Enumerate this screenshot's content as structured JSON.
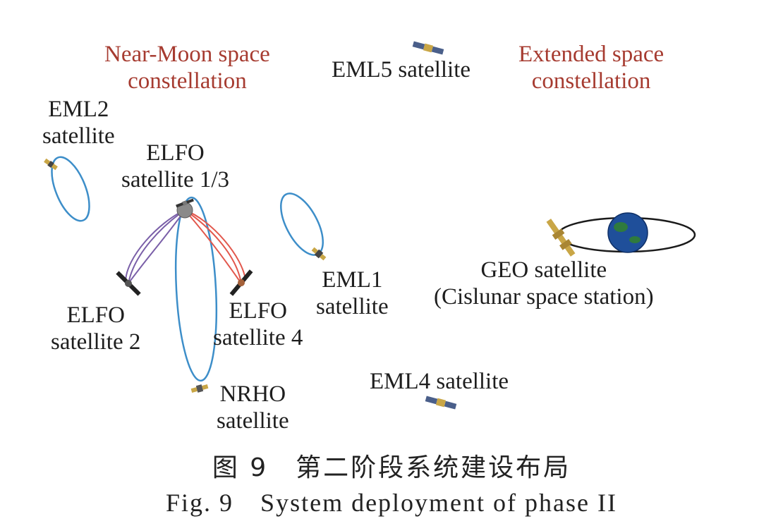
{
  "headings": {
    "near_moon": [
      "Near-Moon space",
      "constellation"
    ],
    "extended": [
      "Extended space",
      "constellation"
    ]
  },
  "labels": {
    "eml5": [
      "EML5 satellite"
    ],
    "eml2": [
      "EML2",
      "satellite"
    ],
    "elfo13": [
      "ELFO",
      "satellite 1/3"
    ],
    "eml1": [
      "EML1",
      "satellite"
    ],
    "geo": [
      "GEO satellite",
      "(Cislunar space station)"
    ],
    "elfo2": [
      "ELFO",
      "satellite 2"
    ],
    "elfo4": [
      "ELFO",
      "satellite 4"
    ],
    "nrho": [
      "NRHO",
      "satellite"
    ],
    "eml4": [
      "EML4 satellite"
    ]
  },
  "caption": {
    "chinese": "图 9　第二阶段系统建设布局",
    "english": "Fig. 9　System deployment of phase II"
  },
  "colors": {
    "heading": "#a63b30",
    "orbit_blue": "#3d8ec9",
    "orbit_purple": "#7a5fa8",
    "orbit_red": "#e2574c",
    "earth": "#1f4f9a",
    "moon": "#8a8a8a"
  }
}
